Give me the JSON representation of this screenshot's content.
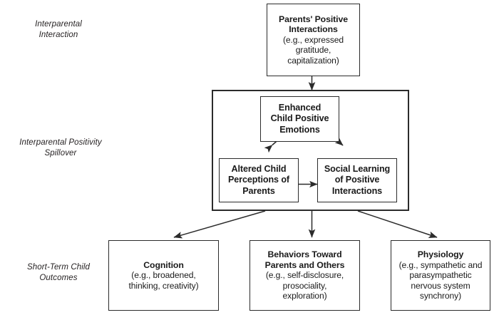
{
  "figure": {
    "type": "flow-diagram",
    "title": "",
    "tiers": [
      {
        "id": "interparental-interaction",
        "label": "Interparental\nInteraction"
      },
      {
        "id": "interparental-positivity-spillover",
        "label": "Interparental Positivity\nSpillover"
      },
      {
        "id": "short-term-child-outcomes",
        "label": "Short-Term Child\nOutcomes"
      }
    ],
    "nodes": {
      "parents_positive_interactions": {
        "title": "Parents' Positive\nInteractions",
        "detail": "(e.g., expressed\ngratitude, capitalization)"
      },
      "enhanced_child_positive_emotions": {
        "title": "Enhanced\nChild Positive\nEmotions",
        "detail": ""
      },
      "altered_child_perceptions": {
        "title": "Altered Child\nPerceptions of\nParents",
        "detail": ""
      },
      "social_learning": {
        "title": "Social Learning\nof Positive\nInteractions",
        "detail": ""
      },
      "cognition": {
        "title": "Cognition",
        "detail": "(e.g., broadened,\nthinking, creativity)"
      },
      "behaviors": {
        "title": "Behaviors Toward\nParents and Others",
        "detail": "(e.g., self-disclosure,\nprosociality,\nexploration)"
      },
      "physiology": {
        "title": "Physiology",
        "detail": "(e.g., sympathetic and\nparasympathetic\nnervous system\nsynchrony)"
      }
    },
    "edges": [
      {
        "id": "edge-parents-to-spillover",
        "from": "parents_positive_interactions",
        "to": "spillover_container",
        "style": "arrow-down"
      },
      {
        "id": "edge-emotions-perceptions",
        "from": "enhanced_child_positive_emotions",
        "to": "altered_child_perceptions",
        "style": "double-arrow"
      },
      {
        "id": "edge-emotions-social",
        "from": "enhanced_child_positive_emotions",
        "to": "social_learning",
        "style": "double-arrow"
      },
      {
        "id": "edge-perceptions-social",
        "from": "altered_child_perceptions",
        "to": "social_learning",
        "style": "double-arrow"
      },
      {
        "id": "edge-spillover-cognition",
        "from": "spillover_container",
        "to": "cognition",
        "style": "arrow"
      },
      {
        "id": "edge-spillover-behaviors",
        "from": "spillover_container",
        "to": "behaviors",
        "style": "arrow"
      },
      {
        "id": "edge-spillover-physiology",
        "from": "spillover_container",
        "to": "physiology",
        "style": "arrow"
      }
    ],
    "colors": {
      "stroke": "#2b2b2b",
      "background": "#ffffff",
      "text": "#1a1a1a"
    }
  }
}
